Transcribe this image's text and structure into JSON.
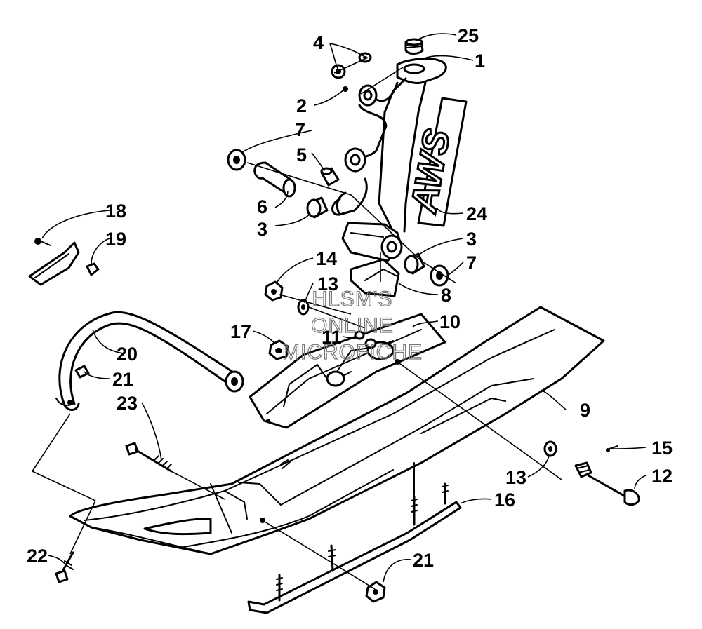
{
  "callouts": [
    "1",
    "2",
    "3",
    "3",
    "4",
    "5",
    "6",
    "7",
    "7",
    "8",
    "9",
    "10",
    "11",
    "12",
    "13",
    "13",
    "14",
    "15",
    "16",
    "17",
    "18",
    "19",
    "20",
    "21",
    "21",
    "22",
    "23",
    "24",
    "25"
  ],
  "decal_text": "AWS",
  "watermark": [
    "HLSM'S",
    "ONLINE",
    "MICROFICHE"
  ]
}
